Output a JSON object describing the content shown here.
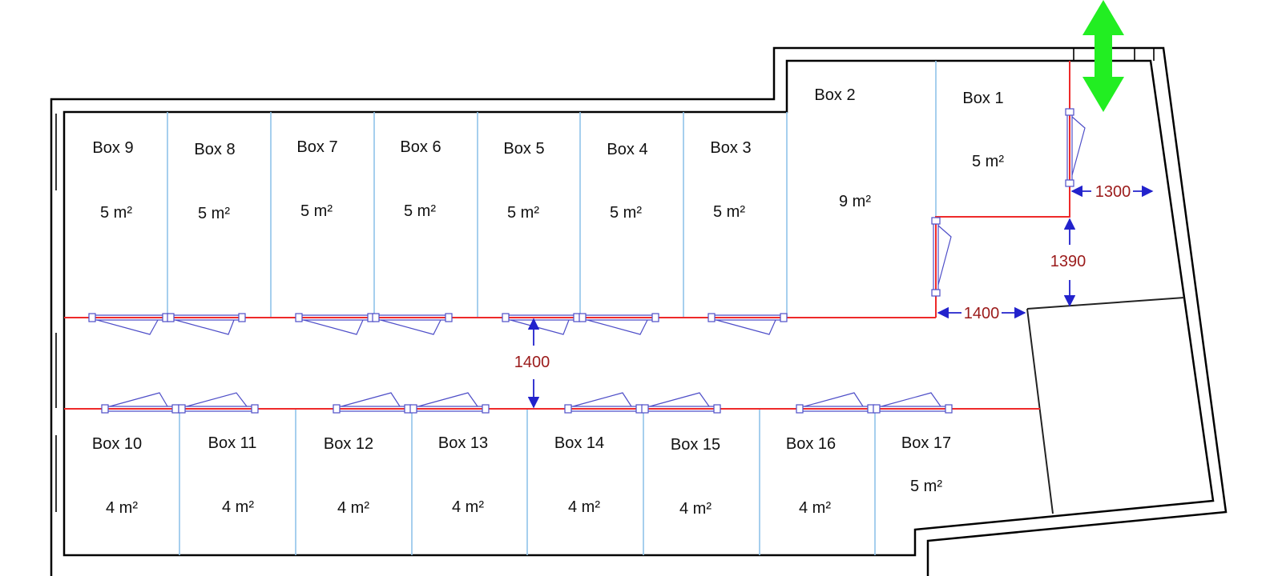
{
  "colors": {
    "wall": "#000000",
    "partition": "#8fc3ea",
    "corridor_line": "#ee2a2a",
    "door": "#4e4ec8",
    "dimension_arrow": "#2222cc",
    "dimension_text": "#9b1b1b",
    "entrance_arrow": "#22ee22"
  },
  "icons": {
    "entrance": "double-arrow-icon"
  },
  "boxes": [
    {
      "id": "box-1",
      "label": "Box 1",
      "area": "5 m²"
    },
    {
      "id": "box-2",
      "label": "Box 2",
      "area": "9 m²"
    },
    {
      "id": "box-3",
      "label": "Box 3",
      "area": "5 m²"
    },
    {
      "id": "box-4",
      "label": "Box 4",
      "area": "5 m²"
    },
    {
      "id": "box-5",
      "label": "Box 5",
      "area": "5 m²"
    },
    {
      "id": "box-6",
      "label": "Box 6",
      "area": "5 m²"
    },
    {
      "id": "box-7",
      "label": "Box 7",
      "area": "5 m²"
    },
    {
      "id": "box-8",
      "label": "Box 8",
      "area": "5 m²"
    },
    {
      "id": "box-9",
      "label": "Box 9",
      "area": "5 m²"
    },
    {
      "id": "box-10",
      "label": "Box 10",
      "area": "4 m²"
    },
    {
      "id": "box-11",
      "label": "Box 11",
      "area": "4 m²"
    },
    {
      "id": "box-12",
      "label": "Box 12",
      "area": "4 m²"
    },
    {
      "id": "box-13",
      "label": "Box 13",
      "area": "4 m²"
    },
    {
      "id": "box-14",
      "label": "Box 14",
      "area": "4 m²"
    },
    {
      "id": "box-15",
      "label": "Box 15",
      "area": "4 m²"
    },
    {
      "id": "box-16",
      "label": "Box 16",
      "area": "4 m²"
    },
    {
      "id": "box-17",
      "label": "Box 17",
      "area": "5 m²"
    }
  ],
  "dimensions": {
    "corridor_width": "1400",
    "side_passage": "1400",
    "box1_gap": "1390",
    "entrance_width": "1300"
  }
}
